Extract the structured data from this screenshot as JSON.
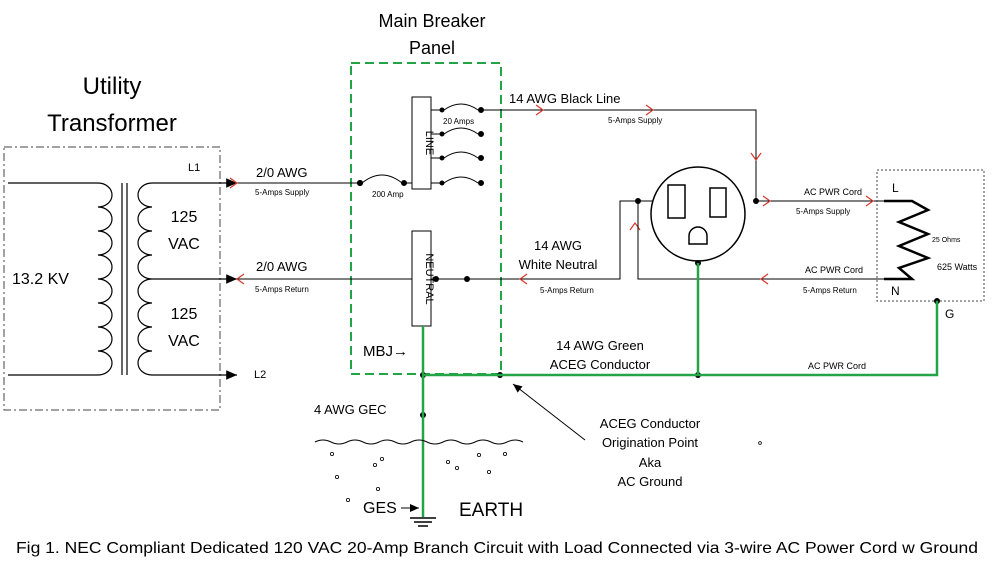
{
  "transformer": {
    "title_line1": "Utility",
    "title_line2": "Transformer",
    "primary_voltage": "13.2 KV",
    "upper_winding_v": "125",
    "upper_winding_unit": "VAC",
    "lower_winding_v": "125",
    "lower_winding_unit": "VAC",
    "terminal_l1": "L1",
    "terminal_l2": "L2"
  },
  "panel": {
    "title_line1": "Main Breaker",
    "title_line2": "Panel",
    "line_bus": "LINE",
    "neutral_bus": "NEUTRAL",
    "main_breaker": "200 Amp",
    "branch_breaker": "20 Amps",
    "mbj": "MBJ→"
  },
  "feeders": {
    "supply_awg": "2/0 AWG",
    "supply_current": "5-Amps Supply",
    "return_awg": "2/0 AWG",
    "return_current": "5-Amps Return"
  },
  "branch": {
    "black_line": "14 AWG Black Line",
    "black_current": "5-Amps Supply",
    "white_awg": "14 AWG",
    "white_name": "White Neutral",
    "white_current": "5-Amps Return",
    "green_line1": "14 AWG Green",
    "green_line2": "ACEG Conductor"
  },
  "cord": {
    "supply_label": "AC PWR Cord",
    "supply_current": "5-Amps Supply",
    "return_label": "AC PWR Cord",
    "return_current": "5-Amps Return",
    "ground_label": "AC PWR Cord"
  },
  "load": {
    "terminal_l": "L",
    "terminal_n": "N",
    "terminal_g": "G",
    "resistance": "25 Ohms",
    "power": "625 Watts"
  },
  "grounding": {
    "gec": "4 AWG GEC",
    "ges": "GES",
    "earth": "EARTH",
    "origin_line1": "ACEG Conductor",
    "origin_line2": "Origination Point",
    "origin_line3": "Aka",
    "origin_line4": "AC Ground"
  },
  "caption": "Fig 1. NEC Compliant Dedicated 120 VAC 20-Amp Branch Circuit with Load Connected via 3-wire AC Power Cord w Ground",
  "colors": {
    "ground_wire": "#22a447",
    "panel_border": "#22a447",
    "arrow": "#d9362c",
    "wire": "#000000"
  }
}
